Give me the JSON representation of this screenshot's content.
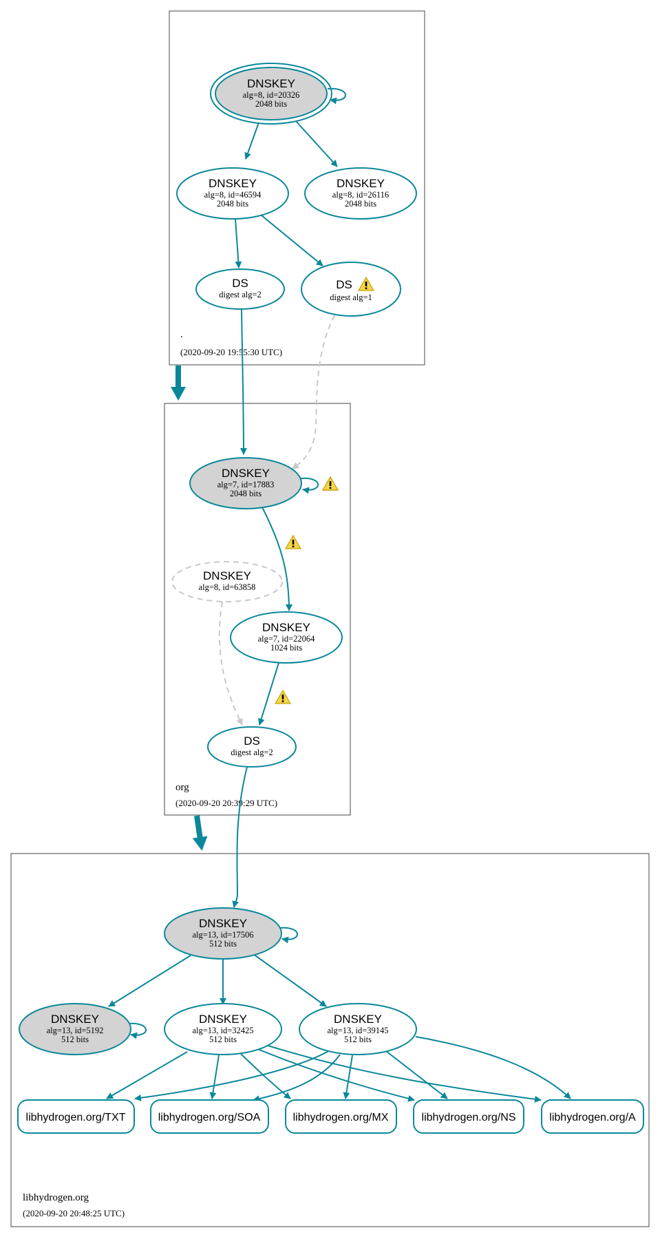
{
  "zones": {
    "root": {
      "name": ".",
      "timestamp": "(2020-09-20 19:55:30 UTC)"
    },
    "org": {
      "name": "org",
      "timestamp": "(2020-09-20 20:39:29 UTC)"
    },
    "libhydrogen": {
      "name": "libhydrogen.org",
      "timestamp": "(2020-09-20 20:48:25 UTC)"
    }
  },
  "nodes": {
    "root_ksk": {
      "type": "DNSKEY",
      "line1": "alg=8, id=20326",
      "line2": "2048 bits",
      "style": "trust-anchor"
    },
    "root_zsk1": {
      "type": "DNSKEY",
      "line1": "alg=8, id=46594",
      "line2": "2048 bits",
      "style": "normal"
    },
    "root_zsk2": {
      "type": "DNSKEY",
      "line1": "alg=8, id=26116",
      "line2": "2048 bits",
      "style": "normal"
    },
    "org_ds2": {
      "type": "DS",
      "line1": "digest alg=2",
      "style": "normal"
    },
    "org_ds1": {
      "type": "DS",
      "line1": "digest alg=1",
      "style": "warning"
    },
    "org_ksk": {
      "type": "DNSKEY",
      "line1": "alg=7, id=17883",
      "line2": "2048 bits",
      "style": "sep"
    },
    "org_inactive": {
      "type": "DNSKEY",
      "line1": "alg=8, id=63858",
      "style": "dashed"
    },
    "org_zsk": {
      "type": "DNSKEY",
      "line1": "alg=7, id=22064",
      "line2": "1024 bits",
      "style": "normal"
    },
    "lib_ds": {
      "type": "DS",
      "line1": "digest alg=2",
      "style": "normal"
    },
    "lib_ksk": {
      "type": "DNSKEY",
      "line1": "alg=13, id=17506",
      "line2": "512 bits",
      "style": "sep"
    },
    "lib_k5192": {
      "type": "DNSKEY",
      "line1": "alg=13, id=5192",
      "line2": "512 bits",
      "style": "sep"
    },
    "lib_k32425": {
      "type": "DNSKEY",
      "line1": "alg=13, id=32425",
      "line2": "512 bits",
      "style": "normal"
    },
    "lib_k39145": {
      "type": "DNSKEY",
      "line1": "alg=13, id=39145",
      "line2": "512 bits",
      "style": "normal"
    }
  },
  "rrsets": [
    "libhydrogen.org/TXT",
    "libhydrogen.org/SOA",
    "libhydrogen.org/MX",
    "libhydrogen.org/NS",
    "libhydrogen.org/A"
  ],
  "colors": {
    "edge": "#0a879a",
    "secure_node_fill": "#d3d3d3",
    "insecure_dashed": "#c8c8c8",
    "warning_fill": "#f5d54a",
    "zone_border": "#444444"
  },
  "icons": {
    "warning": "warning-icon"
  }
}
